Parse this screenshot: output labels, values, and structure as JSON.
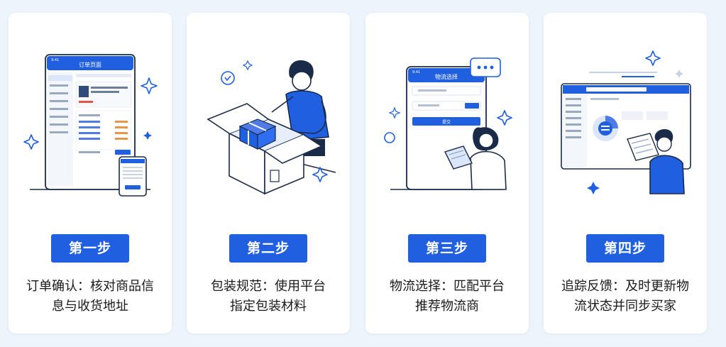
{
  "colors": {
    "accent": "#1f5fe0",
    "background": "#eef4fb",
    "card": "#ffffff"
  },
  "steps": [
    {
      "badge": "第一步",
      "desc_line1": "订单确认：核对商品信",
      "desc_line2": "息与收货地址",
      "illustration": "order-page-phone-icon",
      "mock": {
        "title": "订单页面",
        "time": "9:41"
      }
    },
    {
      "badge": "第二步",
      "desc_line1": "包装规范：使用平台",
      "desc_line2": "指定包装材料",
      "illustration": "person-packing-box-icon"
    },
    {
      "badge": "第三步",
      "desc_line1": "物流选择：匹配平台",
      "desc_line2": "推荐物流商",
      "illustration": "logistics-select-phone-icon",
      "mock": {
        "title": "物流选择",
        "time": "9:41",
        "button": "提交"
      }
    },
    {
      "badge": "第四步",
      "desc_line1": "追踪反馈：及时更新物",
      "desc_line2": "流状态并同步买家",
      "illustration": "tracking-dashboard-icon"
    }
  ]
}
